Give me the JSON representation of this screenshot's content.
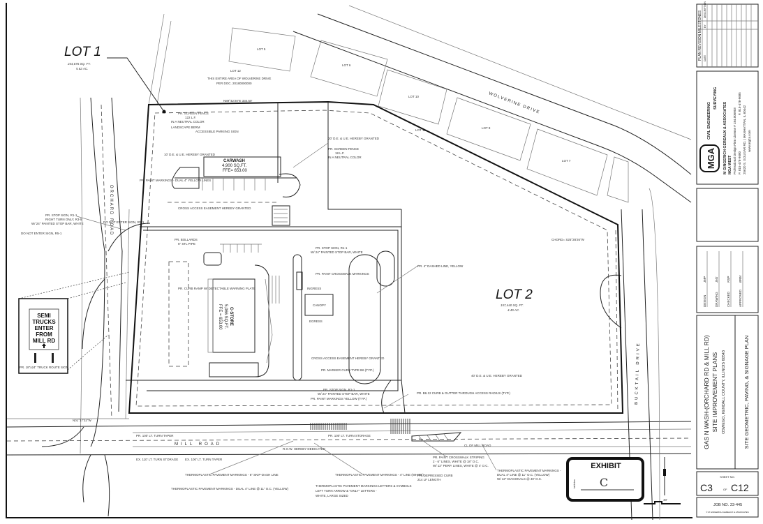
{
  "lot1": {
    "label": "LOT 1",
    "area_sqft": "244,676 SQ. FT.",
    "area_ac": "5.62 AC."
  },
  "lot2": {
    "label": "LOT 2",
    "area_sqft": "157,440 SQ. FT.",
    "area_ac": "4.49 AC."
  },
  "neighbor_lots": {
    "lot_a": "LOT 5",
    "lot_b": "LOT 6",
    "lot_c": "LOT 10",
    "lot_d": "LOT 8",
    "lot_e": "LOT 7",
    "lot_f": "LOT 11",
    "lot_g": "LOT 12",
    "subdivision_note": "THIS ENTIRE AREA OF WOLVERINE DRIVE",
    "subdivision_note2": "PER DOC. 20180000000"
  },
  "roads": {
    "orchard": "ORCHARD ROAD",
    "mill": "MILL ROAD",
    "wolverine": "WOLVERINE DRIVE",
    "bucktail": "BUCKTAIL DRIVE"
  },
  "buildings": {
    "carwash": {
      "name": "CARWASH",
      "area": "4,900 SQ.FT.",
      "ffe": "FFE= 653.00"
    },
    "cstore": {
      "name": "C-STORE",
      "area": "5,066 SQ.FT.",
      "ffe": "FFE = 653.00"
    },
    "canopy": "CANOPY"
  },
  "annotations": {
    "landscape_berm": "LANDSCAPE BERM",
    "accessible_sign": "ACCESSIBLE PARKING SIGN",
    "screen_fence": "PR. SCREEN FENCE",
    "screen_fence_len": "122 L.F.",
    "neutral_color": "IN A NEUTRAL COLOR",
    "screen_fence2": "PR. SCREEN FENCE",
    "screen_fence2_len": "18 L.F.",
    "neutral_color2": "IN A NEUTRAL COLOR",
    "due_granted": "20' D.E. & U.E. HEREBY GRANTED",
    "due_granted2": "10' D.E. & U.E. HEREBY GRANTED",
    "paint_markings": "PR. PAINT MARKINGS - DUAL 4\" YELLOW LINES",
    "cross_access": "CROSS ACCESS EASEMENT HEREBY GRANTED",
    "stop_sign": "PR. STOP SIGN, R1-1",
    "right_turn_only": "RIGHT TURN ONLY, R3-5",
    "stop_bar": "W/ 24\" PAINTED STOP BAR, WHITE",
    "do_not_enter": "DO NOT ENTER SIGN, R5-1",
    "bollards": "PR. BOLLARDS",
    "bollards2": "6\" STL PIPE",
    "curb_ramp": "PR. CURB RAMP W/ DETECTABLE WARNING PLATE",
    "stop_sign2": "PR. STOP SIGN, R1-1",
    "stop_bar2": "W/ 24\" PAINTED STOP BAR, WHITE",
    "dashed_line": "PR. 4\" DASHED LINE, YELLOW",
    "crosswalk_markings": "PR. PAINT CROSSWALK MARKINGS",
    "cross_access2": "CROSS ACCESS EASEMENT HEREBY GRANTED",
    "marker_curb": "PR. MARKER CURB TYPE B6 (TYP.)",
    "curb_gutter": "PR. B6.12 CURB & GUTTER THROUGH ACCESS RADIUS (TYP.)",
    "stop_sign3": "PR. STOP SIGN, R1-1",
    "stop_bar3": "W/ 24\" PAINTED STOP BAR, WHITE",
    "paint_yellow": "PR. PAINT MARKINGS YELLOW (TYP.)",
    "due_40": "40' D.E. & U.E. HEREBY GRANTED",
    "lt_turn_taper": "PR. 100' LT. TURN TAPER",
    "lt_turn_storage": "PR. 100' LT. TURN STORAGE",
    "ex_lt_storage": "EX. 110' LT. TURN STORAGE",
    "ex_lt_taper": "EX. 100' LT. TURN TAPER",
    "row_dedicated": "R.O.W. HEREBY DEDICATED",
    "cl_mill_road": "CL OF MILL ROAD",
    "thermo_4in": "THERMOPLASTIC PAVEMENT MARKINGS - 4\" LINE (WHITE)",
    "thermo_letters": "THERMOPLASTIC PAVEMENT MARKINGS LETTERS & SYMBOLS",
    "thermo_letters2": "LEFT TURN ARROW & \"ONLY\" LETTERS -",
    "thermo_letters3": "WHITE, LARGE SIZED",
    "thermo_skip": "THERMOPLASTIC PAVEMENT MARKINGS - 6\" SKIP-DASH LINE",
    "thermo_dual": "THERMOPLASTIC PAVEMENT MARKINGS - DUAL 4\" LINE @ 11\" O.C. (YELLOW)",
    "crosswalk_striping": "PR. PAINT CROSSWALK STRIPING",
    "crosswalk_striping2": "2 - 6\" LINES, WHITE @ 18\" O.C.",
    "crosswalk_striping3": "W/ 12\" PERP. LINES, WHITE @ 4' O.C.",
    "depressed_curb": "PR. DEPRESSED CURB",
    "depressed_curb2": "214 LF LENGTH",
    "thermo_diag": "THERMOPLASTIC PAVEMENT MARKINGS -",
    "thermo_diag2": "DUAL 4\" LINE @ 11\" O.C. (YELLOW)",
    "thermo_diag3": "W/ 12\" DIAGONALS @ 40' O.C.",
    "bearing_top": "N89°42'20\"E 334.50'",
    "bearing_left": "N01°17'32\"W",
    "bearing_chord": "CHORD= S25°28'26\"W",
    "ingress": "INGRESS",
    "egress": "EGRESS"
  },
  "semi_sign": {
    "line1": "SEMI",
    "line2": "TRUCKS",
    "line3": "ENTER",
    "line4": "FROM",
    "line5": "MILL RD",
    "note": "PR. 18\"x24\" TRUCK ROUTE SIGN"
  },
  "exhibit": {
    "title": "EXHIBIT",
    "letter": "C",
    "brand": "tabbies"
  },
  "scale": {
    "label": "40'"
  },
  "title_block": {
    "revisions": {
      "title": "PLAN REVISION MILESTONES",
      "col_date": "DATE",
      "col_by": "BY",
      "col_desc": "DESCRIPTION"
    },
    "firm": {
      "logo": "MGA",
      "discipline1": "CIVIL ENGINEERING",
      "discipline2": "SURVEYING",
      "name": "M GINGERICH GEREAUX & ASSOCIATES",
      "office": "MGA WEST",
      "license": "Professional Design Firm License # 184.005003",
      "phone": "P. 815-478-9680",
      "fax": "F. 815-478-9685",
      "address": "25620 S. GOUGAR RD.  |  MANHATTAN, IL 60442",
      "web": "www.mg2a.com"
    },
    "signoff": [
      {
        "label": "DESIGN",
        "initials": "JMP"
      },
      {
        "label": "DRAWING",
        "initials": "JMJ"
      },
      {
        "label": "CHECKED",
        "initials": "RSP"
      },
      {
        "label": "APPROVED",
        "initials": "BRM"
      }
    ],
    "project": {
      "name": "GAS N WASH-(ORCHARD RD & MILL RD)",
      "subtitle": "SITE IMPROVEMENT PLANS",
      "location": "OSWEGO, KENDALL COUNTY, ILLINOIS 60543"
    },
    "sheet_title": "SITE GEOMETRIC, PAVING, & SIGNAGE PLAN",
    "sheet": {
      "label": "SHEET NO.",
      "number": "C3",
      "of": "OF",
      "total": "C12"
    },
    "job": {
      "label": "JOB NO.",
      "number": "23-445",
      "copyright": "© M GINGERICH GEREAUX & ASSOCIATES"
    }
  }
}
